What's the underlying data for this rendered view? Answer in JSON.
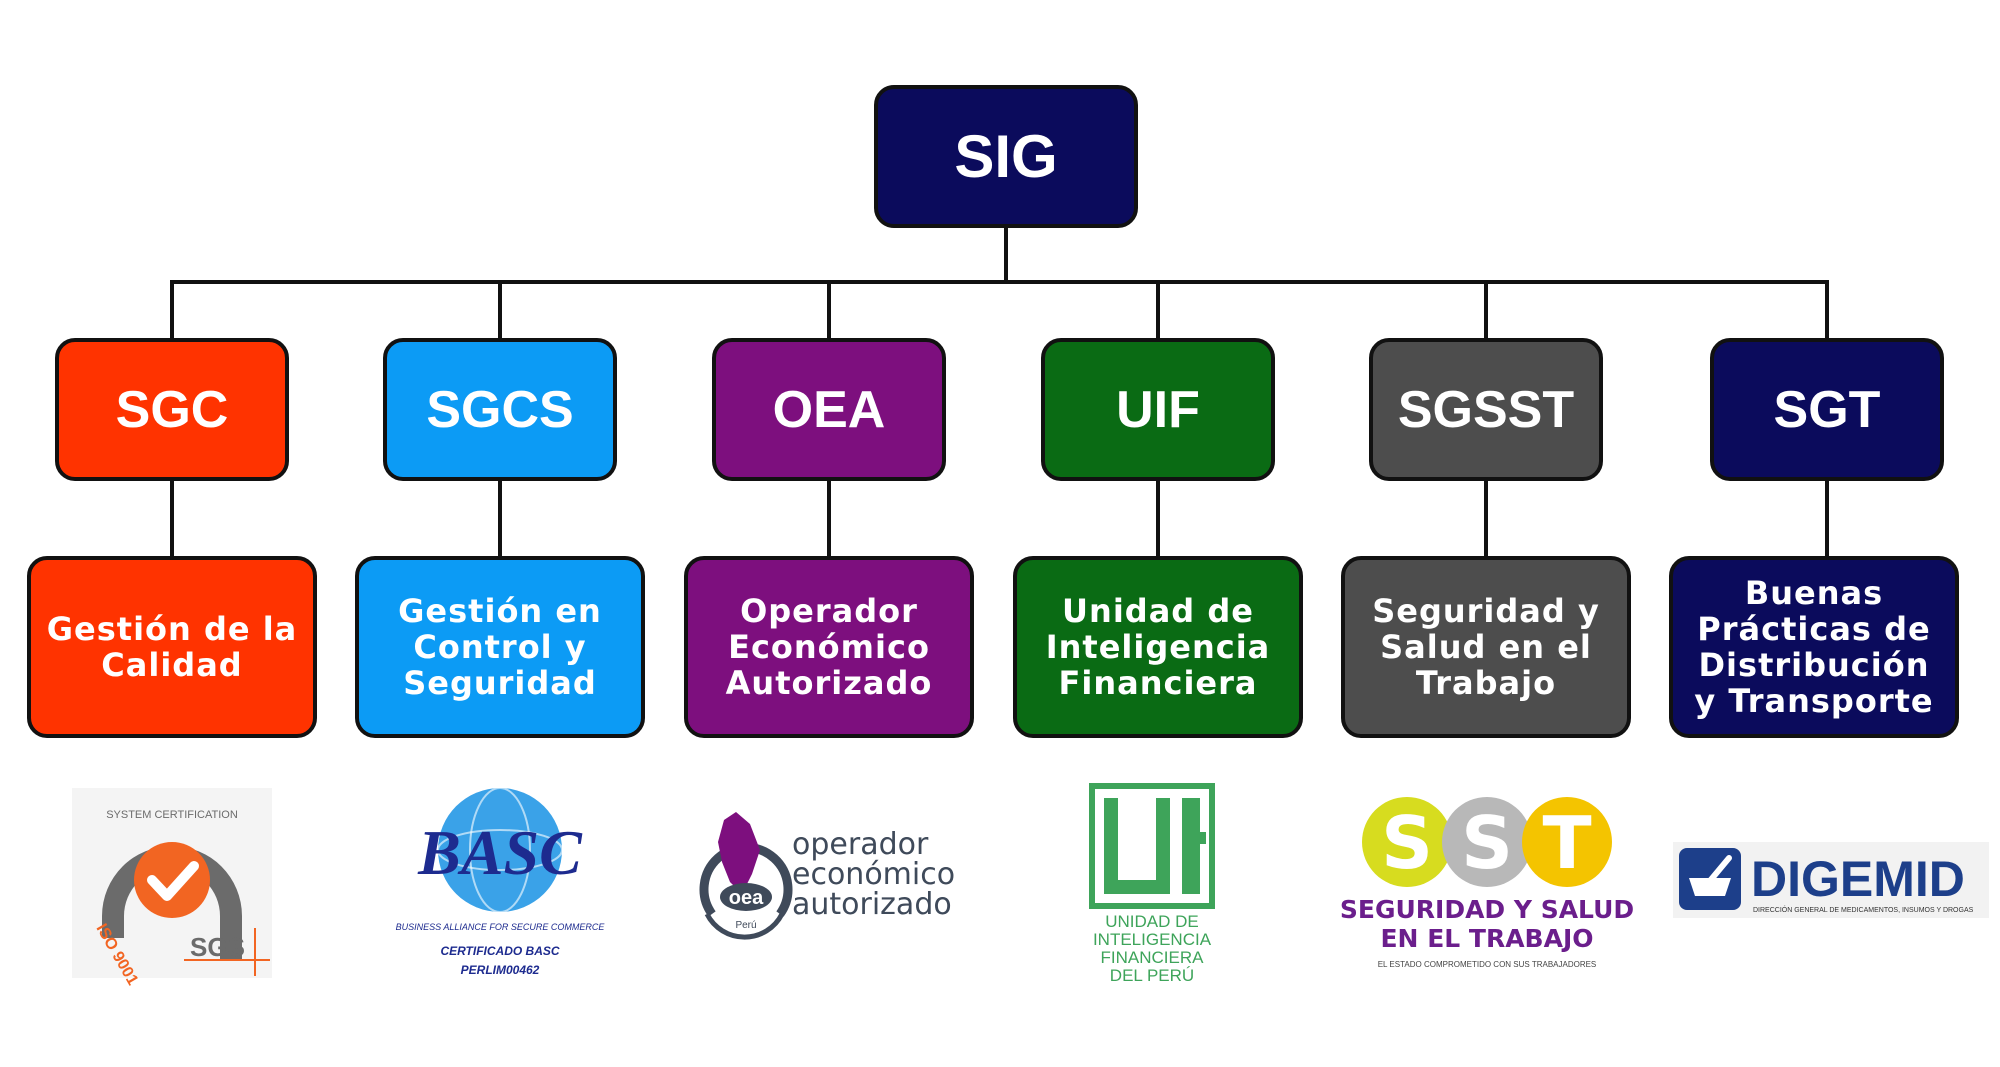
{
  "root": {
    "label": "SIG",
    "color": "#0b0b5c"
  },
  "systems": [
    {
      "code": "SGC",
      "name": "Gestión de la Calidad",
      "color": "#ff3300"
    },
    {
      "code": "SGCS",
      "name": "Gestión en Control y Seguridad",
      "color": "#0c9bf5"
    },
    {
      "code": "OEA",
      "name": "Operador Económico Autorizado",
      "color": "#7d0f7e"
    },
    {
      "code": "UIF",
      "name": "Unidad de Inteligencia Financiera",
      "color": "#0a6b14"
    },
    {
      "code": "SGSST",
      "name": "Seguridad y Salud en el Trabajo",
      "color": "#4d4d4d"
    },
    {
      "code": "SGT",
      "name": "Buenas Prácticas de Distribución y Transporte",
      "color": "#0b0b5c"
    }
  ],
  "logos": {
    "sgs": {
      "ring_text": "SYSTEM CERTIFICATION",
      "iso": "ISO 9001",
      "brand": "SGS"
    },
    "basc": {
      "brand": "BASC",
      "tagline": "BUSINESS ALLIANCE FOR SECURE COMMERCE",
      "cert": "CERTIFICADO BASC",
      "code": "PERLIM00462"
    },
    "oea": {
      "mark": "oea",
      "country": "Perú",
      "line1": "operador",
      "line2": "económico",
      "line3": "autorizado"
    },
    "uif": {
      "line1": "UNIDAD DE",
      "line2": "INTELIGENCIA",
      "line3": "FINANCIERA",
      "line4": "DEL PERÚ"
    },
    "sst": {
      "s1": "S",
      "s2": "S",
      "s3": "T",
      "line1": "SEGURIDAD Y SALUD",
      "line2": "EN EL TRABAJO",
      "motto": "EL ESTADO COMPROMETIDO CON SUS TRABAJADORES"
    },
    "digemid": {
      "brand": "DIGEMID",
      "sub": "DIRECCIÓN GENERAL DE MEDICAMENTOS, INSUMOS Y DROGAS"
    }
  }
}
